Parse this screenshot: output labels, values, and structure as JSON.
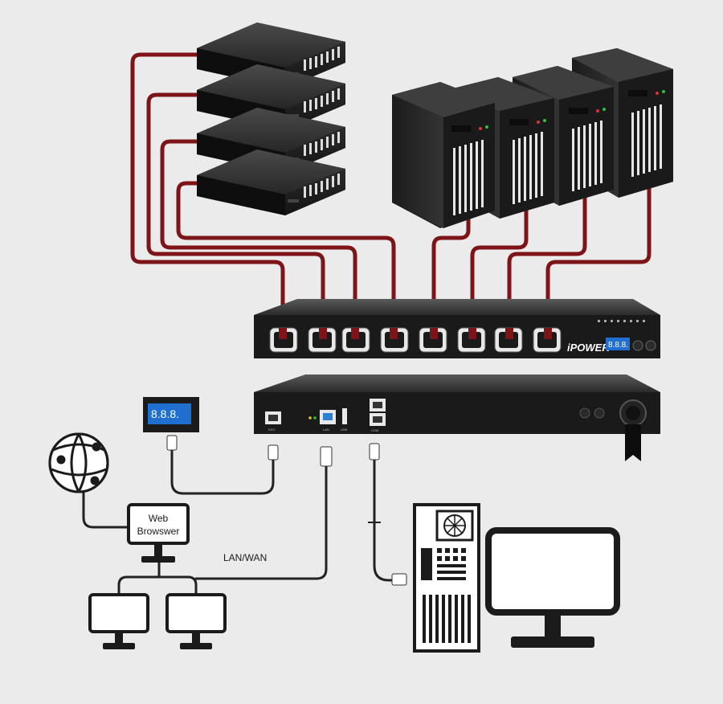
{
  "diagram": {
    "labels": {
      "web_browser_line1": "Web",
      "web_browser_line2": "Browswer",
      "lan_wan": "LAN/WAN",
      "brand": "iPOWER",
      "meter_display": "8.8.8.",
      "port_eso": "ESO",
      "port_lan": "LAN",
      "port_usb": "USB",
      "port_com": "COM"
    },
    "colors": {
      "background": "#ebebeb",
      "power_cable": "#7d1518",
      "data_cable": "#222222",
      "device_dark": "#1b1b1b",
      "display_blue": "#1e6fd0"
    },
    "icons": [
      "globe-icon",
      "monitor-icon",
      "server-icon",
      "tower-icon",
      "pdu-icon"
    ]
  }
}
